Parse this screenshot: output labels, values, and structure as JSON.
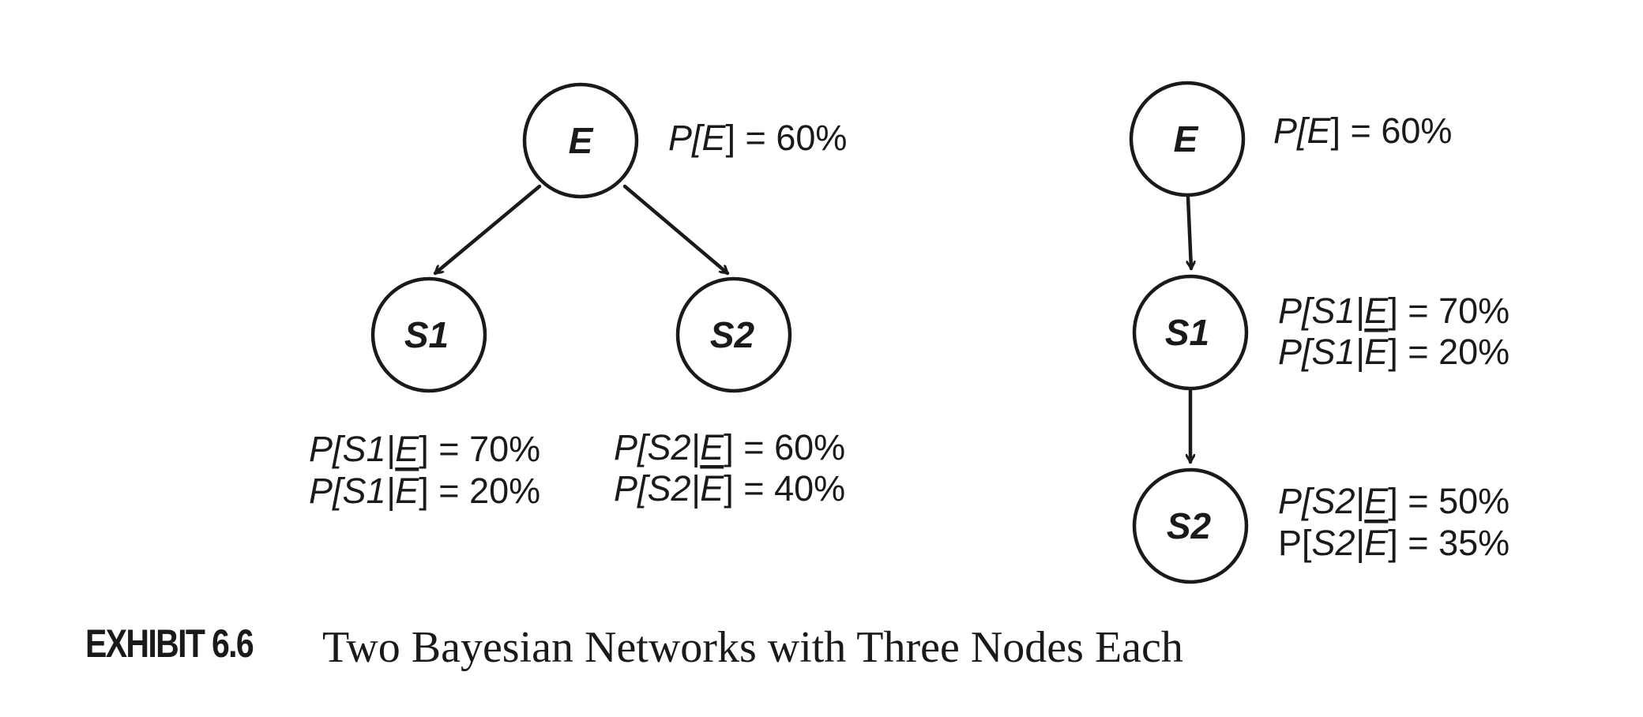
{
  "left_network": {
    "nodes": [
      {
        "id": "E",
        "label": "E"
      },
      {
        "id": "S1",
        "label": "S1"
      },
      {
        "id": "S2",
        "label": "S2"
      }
    ],
    "edges": [
      {
        "from": "E",
        "to": "S1"
      },
      {
        "from": "E",
        "to": "S2"
      }
    ],
    "probabilities": {
      "E": [
        {
          "prefix": "P[",
          "var": "E",
          "given": "",
          "given_bar": "",
          "suffix": "] = 60%"
        }
      ],
      "S1": [
        {
          "prefix": "P[",
          "var": "S1|",
          "given": "E",
          "given_bar": "",
          "suffix": "] = 70%"
        },
        {
          "prefix": "P[",
          "var": "S1|",
          "given": "",
          "given_bar": "E",
          "suffix": "] = 20%"
        }
      ],
      "S2": [
        {
          "prefix": "P[",
          "var": "S2|",
          "given": "E",
          "given_bar": "",
          "suffix": "] = 60%"
        },
        {
          "prefix": "P[",
          "var": "S2|",
          "given": "",
          "given_bar": "E",
          "suffix": "] = 40%"
        }
      ]
    }
  },
  "right_network": {
    "nodes": [
      {
        "id": "E",
        "label": "E"
      },
      {
        "id": "S1",
        "label": "S1"
      },
      {
        "id": "S2",
        "label": "S2"
      }
    ],
    "edges": [
      {
        "from": "E",
        "to": "S1"
      },
      {
        "from": "S1",
        "to": "S2"
      }
    ],
    "probabilities": {
      "E": [
        {
          "prefix": "P[",
          "var": "E",
          "given": "",
          "given_bar": "",
          "suffix": "] = 60%"
        }
      ],
      "S1": [
        {
          "prefix": "P[",
          "var": "S1|",
          "given": "E",
          "given_bar": "",
          "suffix": "] = 70%"
        },
        {
          "prefix": "P[",
          "var": "S1|",
          "given": "",
          "given_bar": "E",
          "suffix": "] = 20%"
        }
      ],
      "S2": [
        {
          "prefix": "P[",
          "var": "S2|",
          "given": "E",
          "given_bar": "",
          "suffix": "] = 50%"
        },
        {
          "prefix": "P[",
          "var": "S2|",
          "given": "",
          "given_bar": "E",
          "suffix": "] = 35%"
        }
      ]
    }
  },
  "caption": {
    "label": "EXHIBIT 6.6",
    "title": "Two Bayesian Networks with Three Nodes Each"
  }
}
